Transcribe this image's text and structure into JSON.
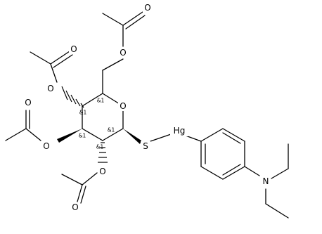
{
  "atoms": {
    "o_ring": "O",
    "s": "S",
    "hg": "Hg",
    "n": "N",
    "o_c6_ester": "O",
    "o_c6_carbonyl": "O",
    "o_c4_ester": "O",
    "o_c4_carbonyl": "O",
    "o_c3_ester": "O",
    "o_c3_carbonyl": "O",
    "o_c2_ester": "O",
    "o_c2_carbonyl": "O"
  },
  "stereo": {
    "c1": "&1",
    "c2": "&1",
    "c3": "&1",
    "c4": "&1",
    "c5": "&1"
  }
}
